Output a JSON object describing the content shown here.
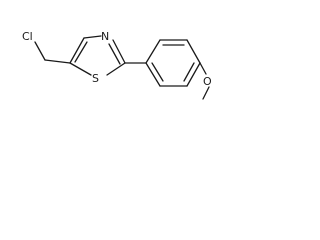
{
  "molecule": {
    "atoms": {
      "chlorine": "Cl",
      "ring_nitrogen": "N",
      "ring_sulfur": "S",
      "ether_oxygen": "O"
    }
  }
}
